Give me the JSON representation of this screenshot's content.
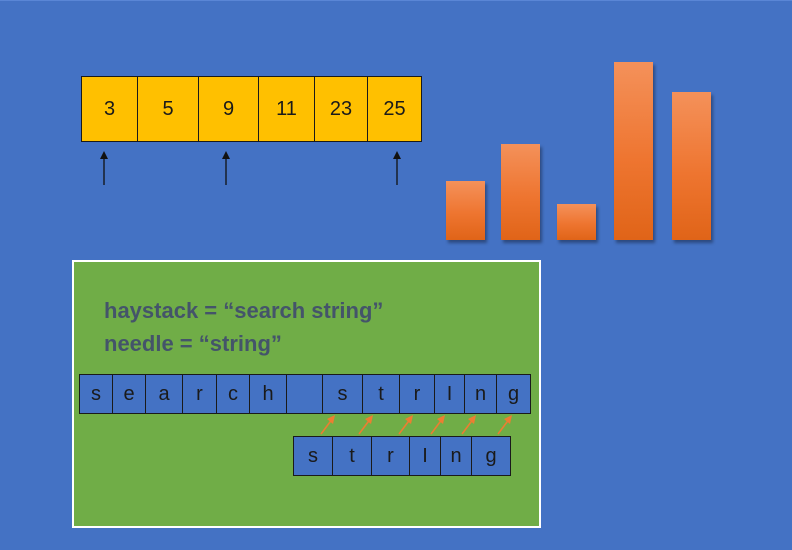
{
  "array": {
    "values": [
      "3",
      "5",
      "9",
      "11",
      "23",
      "25"
    ],
    "pointer_indices": [
      0,
      2,
      5
    ]
  },
  "bars": {
    "relative_heights": [
      0.33,
      0.54,
      0.2,
      1.0,
      0.83
    ],
    "color": "#ee7530"
  },
  "search": {
    "haystack_line": "haystack = “search string”",
    "needle_line": "needle = “string”",
    "haystack_chars": [
      "s",
      "e",
      "a",
      "r",
      "c",
      "h",
      "",
      "s",
      "t",
      "r",
      "I",
      "n",
      "g"
    ],
    "needle_chars": [
      "s",
      "t",
      "r",
      "I",
      "n",
      "g"
    ],
    "match_arrow_color": "#ed7d31"
  },
  "colors": {
    "background": "#4472c4",
    "array_cell": "#ffc000",
    "panel": "#70ad47",
    "code_text": "#44546a"
  }
}
